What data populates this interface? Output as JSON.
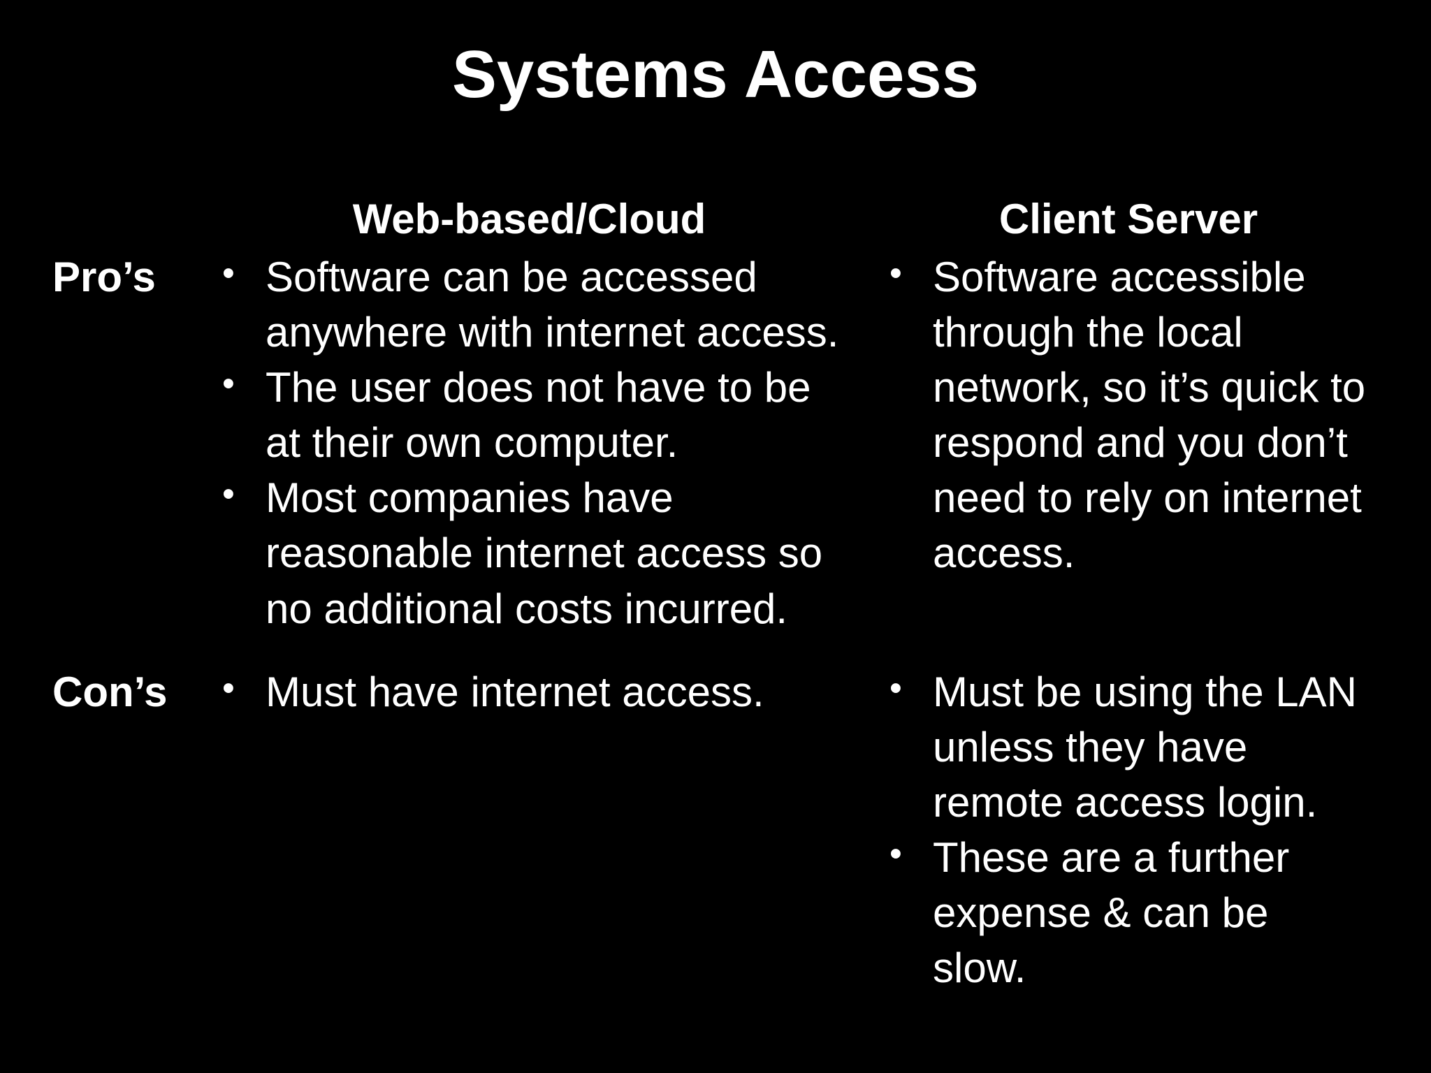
{
  "colors": {
    "background": "#000000",
    "text": "#ffffff"
  },
  "icons": {
    "bullet": "•"
  },
  "slide": {
    "title": "Systems Access",
    "row_labels": {
      "pros": "Pro’s",
      "cons": "Con’s"
    },
    "columns": [
      {
        "header": "Web-based/Cloud",
        "pros": [
          "Software can be accessed anywhere with internet access.",
          "The user does not have to be at their own computer.",
          "Most companies have reasonable internet access so no additional costs incurred."
        ],
        "cons": [
          "Must have internet access."
        ]
      },
      {
        "header": "Client Server",
        "pros": [
          "Software accessible through the local network, so it’s quick to respond and you don’t need to rely on internet access."
        ],
        "cons": [
          "Must be using the LAN unless they have remote access login.",
          "These are a further expense & can be slow."
        ]
      }
    ]
  }
}
